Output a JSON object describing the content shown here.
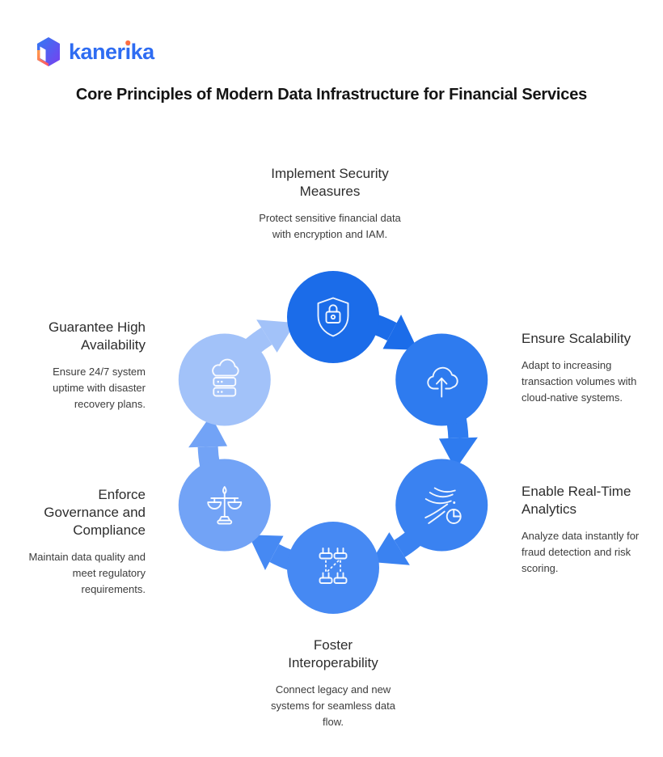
{
  "logo": {
    "brand": "kanerika",
    "brand_parts": {
      "before_i": "kaner",
      "i_char": "i",
      "after_i": "ka"
    },
    "colors": {
      "wordmark": "#2e6cf2",
      "i_dot": "#ff6d3f",
      "cube_blue": "#2f7bf2",
      "cube_purple": "#7a3ff0",
      "cube_orange": "#ff9f49",
      "cube_red": "#ff4d67"
    }
  },
  "title": "Core Principles of Modern Data Infrastructure for Financial Services",
  "diagram": {
    "type": "cycle",
    "direction": "clockwise",
    "nodes": [
      {
        "id": "security",
        "heading": "Implement Security Measures",
        "description": "Protect sensitive financial data with encryption and IAM.",
        "circle_color": "#1b6ce9",
        "arrow_color": "#1b6ce9",
        "icon": "shield-lock-icon"
      },
      {
        "id": "scalability",
        "heading": "Ensure Scalability",
        "description": "Adapt to increasing transaction volumes with cloud-native systems.",
        "circle_color": "#2e7bef",
        "arrow_color": "#2e7bef",
        "icon": "cloud-upload-icon"
      },
      {
        "id": "analytics",
        "heading": "Enable Real-Time Analytics",
        "description": "Analyze data instantly for fraud detection and risk scoring.",
        "circle_color": "#3a82f1",
        "arrow_color": "#3a82f1",
        "icon": "realtime-flow-icon"
      },
      {
        "id": "interoperability",
        "heading": "Foster Interoperability",
        "description": "Connect legacy and new systems for seamless data flow.",
        "circle_color": "#4689f3",
        "arrow_color": "#4689f3",
        "icon": "connectors-icon"
      },
      {
        "id": "governance",
        "heading": "Enforce Governance and Compliance",
        "description": "Maintain data quality and meet regulatory requirements.",
        "circle_color": "#72a3f6",
        "arrow_color": "#72a3f6",
        "icon": "scales-icon"
      },
      {
        "id": "availability",
        "heading": "Guarantee High Availability",
        "description": "Ensure 24/7 system uptime with disaster recovery plans.",
        "circle_color": "#a2c2f9",
        "arrow_color": "#a2c2f9",
        "icon": "cloud-server-icon"
      }
    ]
  }
}
